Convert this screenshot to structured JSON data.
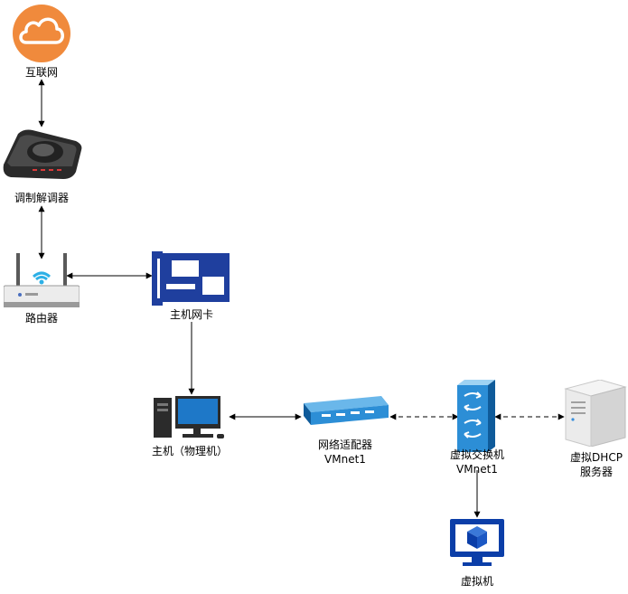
{
  "nodes": {
    "internet": {
      "label": "互联网"
    },
    "modem": {
      "label": "调制解调器"
    },
    "router": {
      "label": "路由器"
    },
    "nic": {
      "label": "主机网卡"
    },
    "host": {
      "label": "主机（物理机）"
    },
    "adapter": {
      "label_1": "网络适配器",
      "label_2": "VMnet1"
    },
    "vswitch": {
      "label_1": "虚拟交换机",
      "label_2": "VMnet1"
    },
    "dhcp": {
      "label_1": "虚拟DHCP",
      "label_2": "服务器"
    },
    "vm": {
      "label": "虚拟机"
    }
  },
  "colors": {
    "cloud": "#f08a3c",
    "nic": "#1f3f9e",
    "adapter": "#2c8ed6",
    "vm": "#0b3ea8",
    "wifi": "#2db0e6"
  }
}
